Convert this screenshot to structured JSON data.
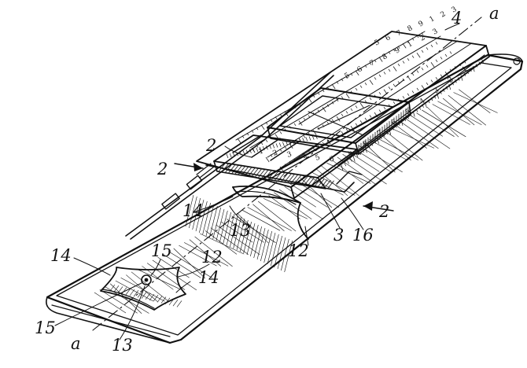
{
  "figure": {
    "labels": {
      "ref_a_top": "a",
      "ref_4": "4",
      "ref_2": "2",
      "ref_2_left": "2",
      "ref_2_right": "2",
      "ref_14_upper": "14",
      "ref_13_upper": "13",
      "ref_12_upper": "12",
      "ref_3": "3",
      "ref_16": "16",
      "ref_14_lower_left": "14",
      "ref_15_upper": "15",
      "ref_12_lower": "12",
      "ref_14_lower_right": "14",
      "ref_15_lower": "15",
      "ref_a_bottom": "a",
      "ref_13_lower": "13"
    },
    "ruler_digits_upper": [
      "5",
      "6",
      "7",
      "8",
      "9",
      "1",
      "2",
      "3"
    ],
    "ruler_digits_side": [
      "9",
      "8",
      "7",
      "6",
      "5",
      "4",
      "3",
      "2",
      "1"
    ],
    "ruler_digits_slide": [
      "1",
      "2",
      "3",
      "4",
      "5",
      "6"
    ],
    "colors": {
      "ink": "#111111",
      "paper": "#ffffff"
    }
  }
}
